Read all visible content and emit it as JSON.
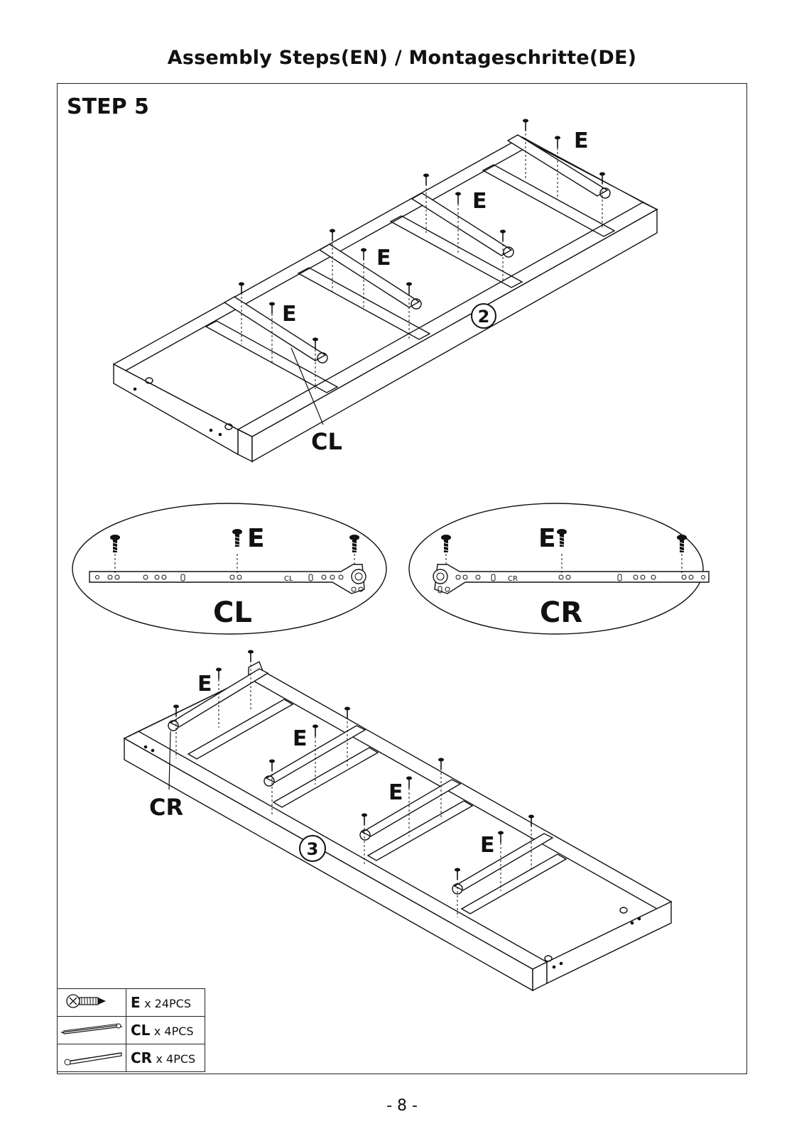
{
  "header": {
    "title": "Assembly Steps(EN) / Montageschritte(DE)"
  },
  "step": {
    "label": "STEP 5"
  },
  "diagram": {
    "screw_label": "E",
    "left_runner_label": "CL",
    "right_runner_label": "CR",
    "frame_2_number": "2",
    "frame_3_number": "3",
    "runner_left_stamp": "CL",
    "runner_right_stamp": "CR"
  },
  "parts": [
    {
      "code": "E",
      "qty": "x 24PCS",
      "icon": "screw-icon"
    },
    {
      "code": "CL",
      "qty": "x 4PCS",
      "icon": "runner-left-icon"
    },
    {
      "code": "CR",
      "qty": "x 4PCS",
      "icon": "runner-right-icon"
    }
  ],
  "footer": {
    "page": "- 8 -"
  }
}
